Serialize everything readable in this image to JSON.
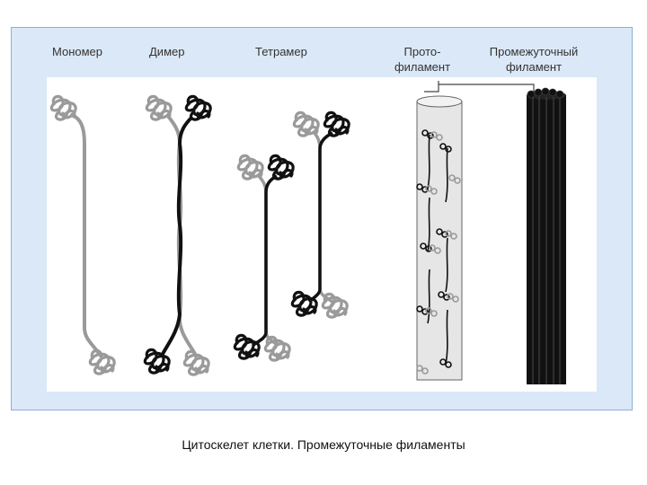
{
  "labels": {
    "monomer": "Мономер",
    "dimer": "Димер",
    "tetramer": "Тетрамер",
    "protofilament_line1": "Прото-",
    "protofilament_line2": "филамент",
    "intermediate_line1": "Промежуточный",
    "intermediate_line2": "филамент"
  },
  "caption": "Цитоскелет клетки. Промежуточные филаменты",
  "colors": {
    "panel_bg": "#dbe8f7",
    "panel_border": "#8fb0d6",
    "grey_molecule": "#9a9a9a",
    "black_molecule": "#111111",
    "cylinder_fill": "#e6e6e6"
  }
}
